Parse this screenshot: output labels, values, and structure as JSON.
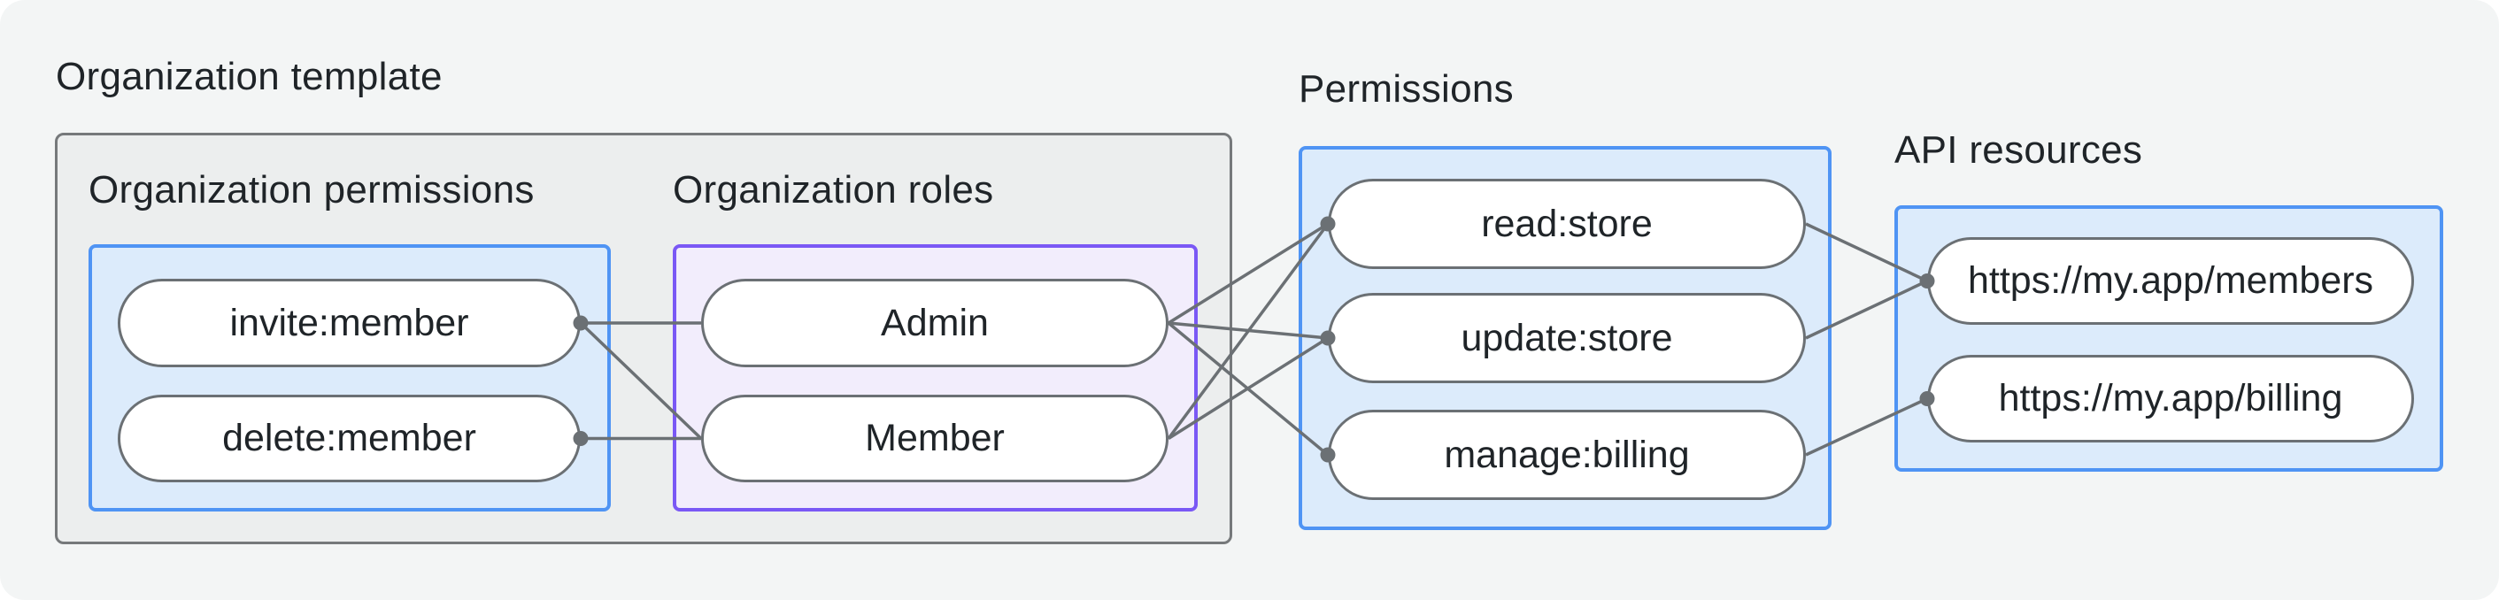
{
  "sections": {
    "org_template": {
      "label": "Organization template"
    },
    "org_permissions": {
      "label": "Organization permissions",
      "pills": [
        {
          "id": "invite",
          "label": "invite:member"
        },
        {
          "id": "delete",
          "label": "delete:member"
        }
      ]
    },
    "org_roles": {
      "label": "Organization roles",
      "pills": [
        {
          "id": "admin",
          "label": "Admin"
        },
        {
          "id": "member",
          "label": "Member"
        }
      ]
    },
    "permissions": {
      "label": "Permissions",
      "pills": [
        {
          "id": "read",
          "label": "read:store"
        },
        {
          "id": "update",
          "label": "update:store"
        },
        {
          "id": "manage",
          "label": "manage:billing"
        }
      ]
    },
    "api_resources": {
      "label": "API resources",
      "pills": [
        {
          "id": "members",
          "label": "https://my.app/members"
        },
        {
          "id": "billing",
          "label": "https://my.app/billing"
        }
      ]
    }
  },
  "colors": {
    "canvas_bg": "#f3f5f5",
    "gray_box_fill": "#eceeee",
    "gray_box_border": "#76797b",
    "blue_box_fill": "#dcebfb",
    "blue_box_border": "#4f94f4",
    "purple_box_fill": "#f2edfc",
    "purple_box_border": "#7a58f5",
    "pill_fill": "#ffffff",
    "pill_border": "#6b7074",
    "line": "#6b7074",
    "text": "#1f2428"
  },
  "diagram": {
    "edges": [
      {
        "from": "invite",
        "to": "admin"
      },
      {
        "from": "invite",
        "to": "member"
      },
      {
        "from": "delete",
        "to": "member"
      },
      {
        "from": "admin",
        "to": "read"
      },
      {
        "from": "admin",
        "to": "update"
      },
      {
        "from": "admin",
        "to": "manage"
      },
      {
        "from": "member",
        "to": "read"
      },
      {
        "from": "member",
        "to": "update"
      },
      {
        "from": "read",
        "to": "members"
      },
      {
        "from": "update",
        "to": "members"
      },
      {
        "from": "manage",
        "to": "billing"
      }
    ],
    "dots": [
      {
        "pill": "invite",
        "side": "right"
      },
      {
        "pill": "delete",
        "side": "right"
      },
      {
        "pill": "read",
        "side": "left"
      },
      {
        "pill": "update",
        "side": "left"
      },
      {
        "pill": "manage",
        "side": "left"
      },
      {
        "pill": "members",
        "side": "left"
      },
      {
        "pill": "billing",
        "side": "left"
      }
    ],
    "line_width": 3.5,
    "dot_radius": 8.5
  }
}
